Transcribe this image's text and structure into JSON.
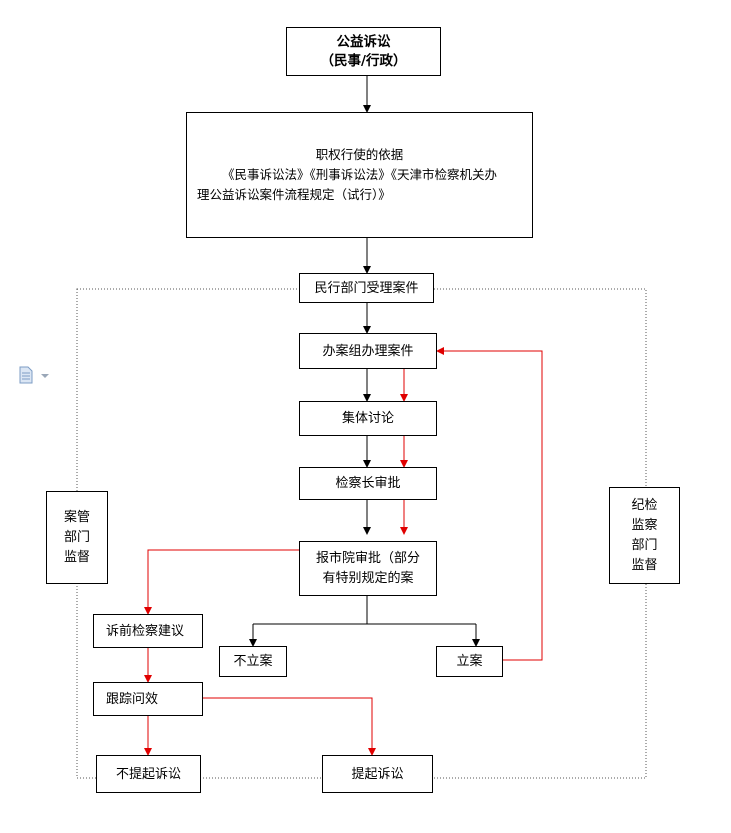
{
  "colors": {
    "line": "#000000",
    "red": "#e00000",
    "dotted": "#666666"
  },
  "nodes": {
    "top": {
      "line1": "公益诉讼",
      "line2": "（民事/行政）"
    },
    "basis": {
      "line1": "职权行使的依据",
      "line2": "《民事诉讼法》《刑事诉讼法》《天津市检察机关办",
      "line3": "理公益诉讼案件流程规定（试行）》"
    },
    "accept": "民行部门受理案件",
    "handle": "办案组办理案件",
    "discuss": "集体讨论",
    "approve": "检察长审批",
    "report": {
      "line1": "报市院审批（部分",
      "line2": "有特别规定的案"
    },
    "prelit": "诉前检察建议",
    "track": "跟踪问效",
    "nofile": "不立案",
    "file": "立案",
    "nosue": "不提起诉讼",
    "sue": "提起诉讼"
  },
  "side_left": {
    "line1": "案管",
    "line2": "部门",
    "line3": "监督"
  },
  "side_right": {
    "line1": "纪检",
    "line2": "监察",
    "line3": "部门",
    "line4": "监督"
  },
  "icons": {
    "doc": "document-icon",
    "dropdown": "dropdown-arrow-icon"
  }
}
